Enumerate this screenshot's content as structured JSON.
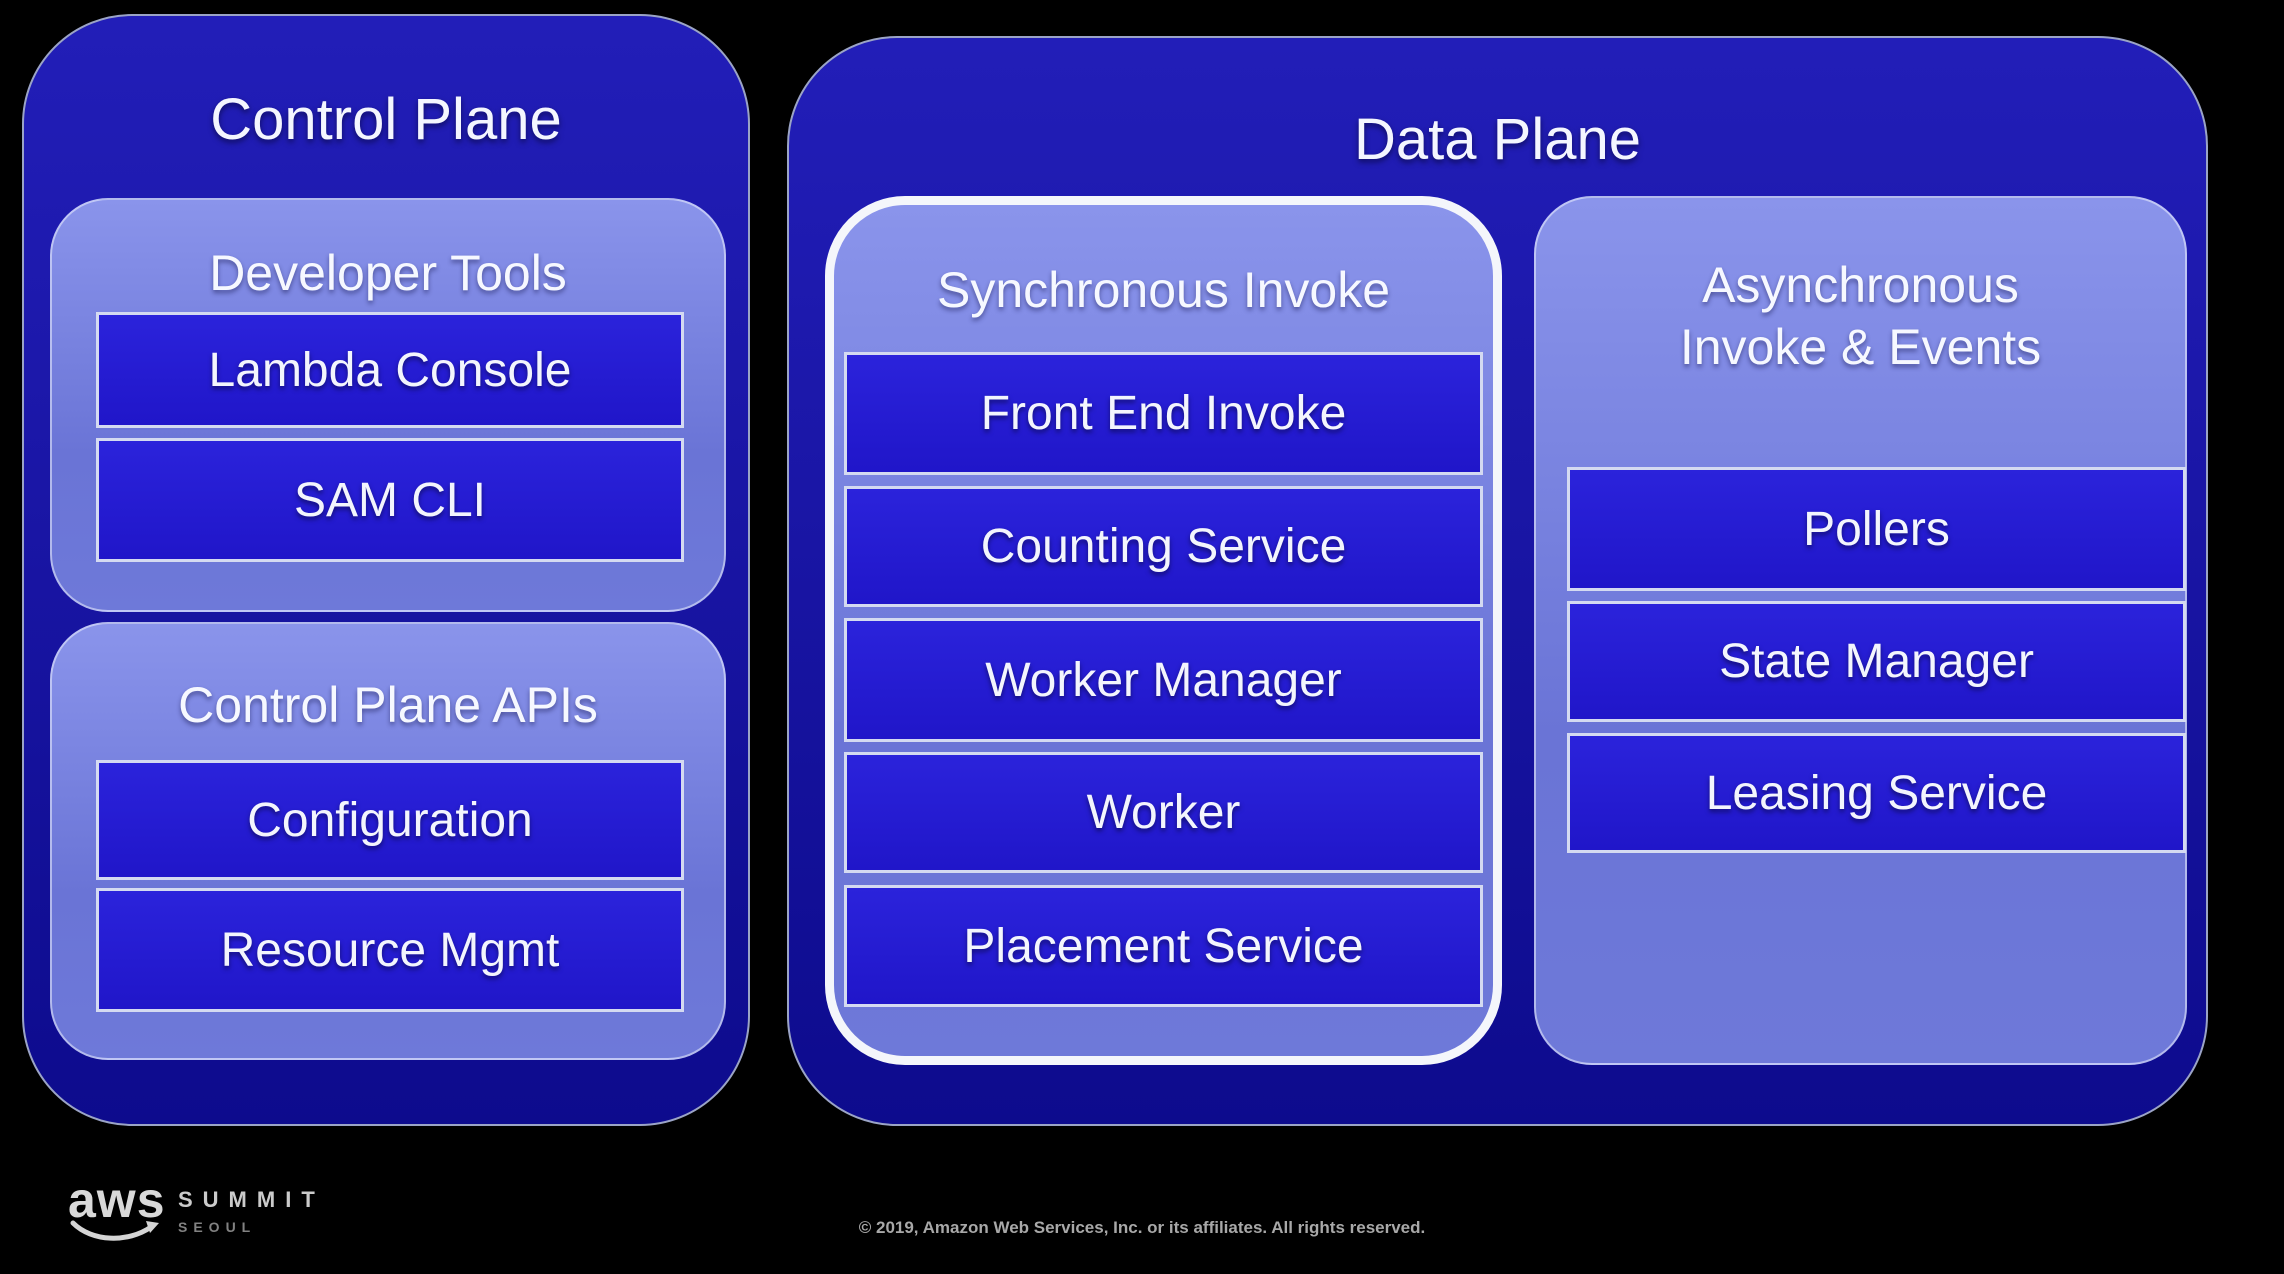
{
  "diagram": {
    "control_plane": {
      "title": "Control Plane",
      "developer_tools": {
        "title": "Developer Tools",
        "items": [
          "Lambda Console",
          "SAM CLI"
        ]
      },
      "control_plane_apis": {
        "title": "Control Plane APIs",
        "items": [
          "Configuration",
          "Resource Mgmt"
        ]
      }
    },
    "data_plane": {
      "title": "Data Plane",
      "synchronous_invoke": {
        "title": "Synchronous Invoke",
        "highlighted": true,
        "items": [
          "Front End Invoke",
          "Counting Service",
          "Worker Manager",
          "Worker",
          "Placement Service"
        ]
      },
      "asynchronous_invoke_events": {
        "title": "Asynchronous Invoke & Events",
        "items": [
          "Pollers",
          "State Manager",
          "Leasing Service"
        ]
      }
    }
  },
  "footer": {
    "logo_text": "aws",
    "summit": "SUMMIT",
    "city": "SEOUL",
    "copyright": "© 2019, Amazon Web Services, Inc. or its affiliates. All rights reserved."
  },
  "colors": {
    "background": "#000000",
    "panel_dark_top": "#221eb8",
    "panel_dark_bottom": "#0d0b8d",
    "panel_light_top": "#8a94eb",
    "panel_light_bottom": "#6e79d9",
    "node_fill_top": "#2b23db",
    "node_fill_bottom": "#2016c9",
    "node_border": "#d4daf1",
    "highlight_border": "#f4f6fb",
    "text": "#f4f6ff"
  }
}
